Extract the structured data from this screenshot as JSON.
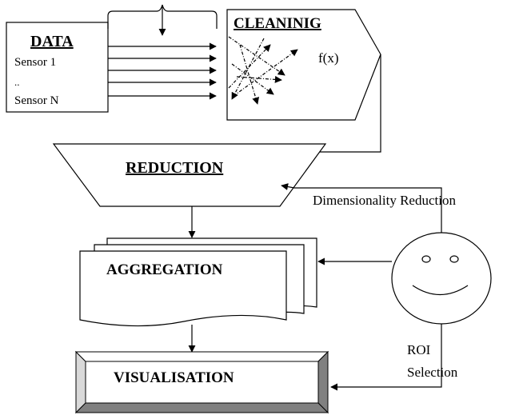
{
  "data_box": {
    "title": "DATA",
    "lines": [
      "Sensor 1",
      "..",
      "Sensor N"
    ]
  },
  "cleaning": {
    "title": "CLEANINIG",
    "function": "f(x)"
  },
  "reduction": {
    "title": "REDUCTION"
  },
  "aggregation": {
    "title": "AGGREGATION"
  },
  "visualisation": {
    "title": "VISUALISATION"
  },
  "labels": {
    "dimensionality": "Dimensionality Reduction",
    "roi_line1": "ROI",
    "roi_line2": "Selection"
  },
  "colors": {
    "stroke": "#000000",
    "bevel_dark": "#808080",
    "bevel_light": "#d9d9d9"
  }
}
